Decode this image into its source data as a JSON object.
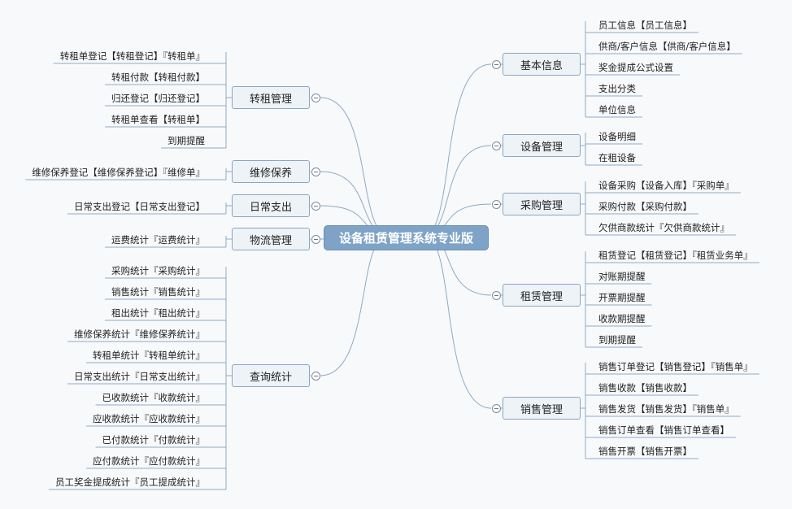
{
  "root": {
    "label": "设备租赁管理系统专业版"
  },
  "colors": {
    "link": "#8eaac4",
    "root_fill": "#7ea3c6",
    "branch_fill": "#eef3f8",
    "branch_border": "#8aa6c0"
  },
  "right_branches": [
    {
      "label": "基本信息",
      "children": [
        "员工信息【员工信息】",
        "供商/客户信息【供商/客户信息】",
        "奖金提成公式设置",
        "支出分类",
        "单位信息"
      ]
    },
    {
      "label": "设备管理",
      "children": [
        "设备明细",
        "在租设备"
      ]
    },
    {
      "label": "采购管理",
      "children": [
        "设备采购【设备入库】『采购单』",
        "采购付款【采购付款】",
        "欠供商款统计『欠供商款统计』"
      ]
    },
    {
      "label": "租赁管理",
      "children": [
        "租赁登记【租赁登记】『租赁业务单』",
        "对账期提醒",
        "开票期提醒",
        "收款期提醒",
        "到期提醒"
      ]
    },
    {
      "label": "销售管理",
      "children": [
        "销售订单登记【销售登记】『销售单』",
        "销售收款【销售收款】",
        "销售发货【销售发货】『销售单』",
        "销售订单查看【销售订单查看】",
        "销售开票【销售开票】"
      ]
    }
  ],
  "left_branches": [
    {
      "label": "转租管理",
      "children": [
        "转租单登记【转租登记】『转租单』",
        "转租付款【转租付款】",
        "归还登记【归还登记】",
        "转租单查看【转租单】",
        "到期提醒"
      ]
    },
    {
      "label": "维修保养",
      "children": [
        "维修保养登记【维修保养登记】『维修单』"
      ]
    },
    {
      "label": "日常支出",
      "children": [
        "日常支出登记【日常支出登记】"
      ]
    },
    {
      "label": "物流管理",
      "children": [
        "运费统计『运费统计』"
      ]
    },
    {
      "label": "查询统计",
      "children": [
        "采购统计『采购统计』",
        "销售统计『销售统计』",
        "租出统计『租出统计』",
        "维修保养统计『维修保养统计』",
        "转租单统计『转租单统计』",
        "日常支出统计『日常支出统计』",
        "已收款统计『收款统计』",
        "应收款统计『应收款统计』",
        "已付款统计『付款统计』",
        "应付款统计『应付款统计』",
        "员工奖金提成统计『员工提成统计』"
      ]
    }
  ]
}
